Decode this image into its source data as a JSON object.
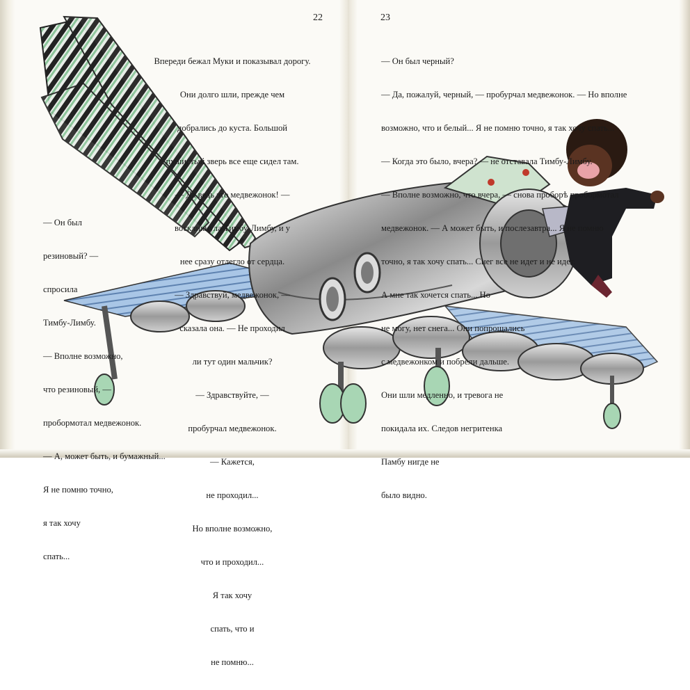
{
  "page_left": "22",
  "page_right": "23",
  "text_center_block": [
    "Впереди бежал Муки и показывал дорогу.",
    "Они долго шли, прежде чем",
    "добрались до куста. Большой",
    "пушистый зверь все еще сидел там.",
    "— Да ведь это медвежонок! —",
    "воскликнула Тимбу-Лимбу, и у",
    "нее сразу отлегло от сердца.",
    "— Здравствуй, медвежонок, —",
    "сказала она. — Не проходил",
    "ли тут один мальчик?",
    "— Здравствуйте, —",
    "пробурчал медвежонок.",
    "— Кажется,",
    "не проходил...",
    "Но вполне возможно,",
    "что и проходил...",
    "Я так хочу",
    "спать, что и",
    "не помню..."
  ],
  "text_left_block": [
    "— Он был",
    "резиновый? —",
    "спросила",
    "Тимбу-Лимбу.",
    "— Вполне возможно,",
    "что резиновый, —",
    "пробормотал медвежонок.",
    "— А, может быть, и бумажный...",
    "Я не помню точно,",
    "я так хочу",
    "спать..."
  ],
  "text_right_block": [
    "— Он был черный?",
    "— Да, пожалуй, черный, — пробурчал медвежонок. — Но вполне",
    "возможно, что и белый... Я не помню точно, я так хочу спать...",
    "— Когда это было, вчера? — не отставала Тимбу-Лимбу.",
    "— Вполне возможно, что вчера, — снова проборѣ пробормотал",
    "медвежонок. — А может быть, и послезавтра... Я не помню",
    "точно, я так хочу спать... Снег все не идет и не идет.",
    "А мне так хочется спать... Но",
    "не могу, нет снега... Они попрощались",
    "с медвежонком и побрели дальше.",
    "Они шли медленно, и тревога не",
    "покидала их. Следов негритенка",
    "Памбу нигде не",
    "было видно."
  ],
  "illustration": {
    "subject": "airplane-with-boy",
    "colors": {
      "metal": "#b9b9b9",
      "wing_blue": "#8fb3d9",
      "green": "#9cc9a2",
      "skin": "#4a2a1c",
      "suit": "#1e1e22"
    }
  }
}
